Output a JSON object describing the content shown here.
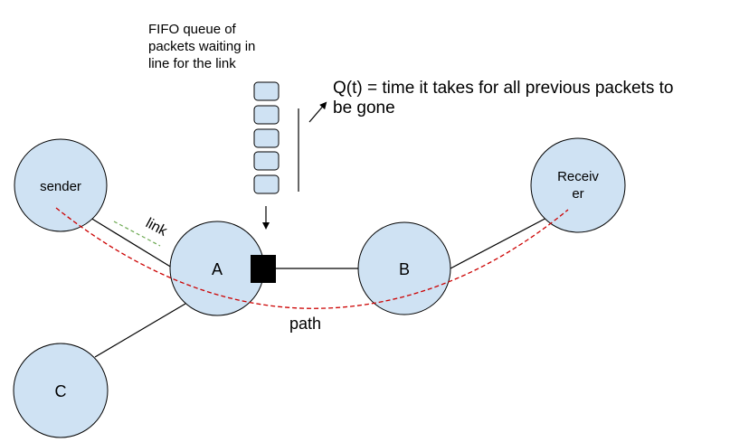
{
  "queue_caption": [
    "FIFO queue of",
    "packets waiting in",
    "line for the link"
  ],
  "queue_definition": [
    "Q(t) = time it takes for all previous packets to",
    "be gone"
  ],
  "nodes": {
    "sender": "sender",
    "receiver": [
      "Receiv",
      "er"
    ],
    "a": "A",
    "b": "B",
    "c": "C"
  },
  "link_label": "link",
  "path_label": "path",
  "colors": {
    "node_fill": "#cfe2f3",
    "path": "#cc0000",
    "path_label": "#990000",
    "link_label": "#38761d",
    "link_dash": "#6aa84f",
    "buffer": "#000000"
  },
  "queue_packet_count": 5
}
